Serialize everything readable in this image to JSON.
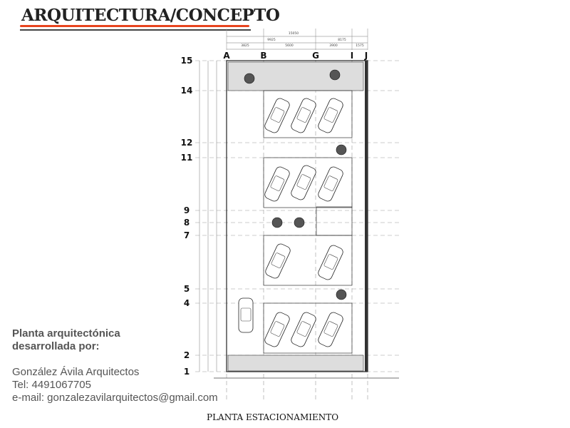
{
  "header": {
    "brand": "ARQUITECTURA/CONCEPTO",
    "accent_color": "#e8441e"
  },
  "credits": {
    "line1": "Planta arquitectónica",
    "line2": "desarrollada por:",
    "company": "González Ávila Arquitectos",
    "phone": "Tel: 4491067705",
    "email": "e-mail: gonzalezavilarquitectos@gmail.com"
  },
  "drawing": {
    "caption": "PLANTA ESTACIONAMIENTO",
    "column_axes": [
      "A",
      "B",
      "G",
      "I",
      "J"
    ],
    "row_axes": [
      "15",
      "14",
      "12",
      "11",
      "9",
      "8",
      "7",
      "5",
      "4",
      "2",
      "1"
    ],
    "top_dimensions": {
      "total": "15050",
      "left": "9925",
      "right": "8175",
      "segments": [
        "3825",
        "5600",
        "3900",
        "1575"
      ]
    }
  }
}
